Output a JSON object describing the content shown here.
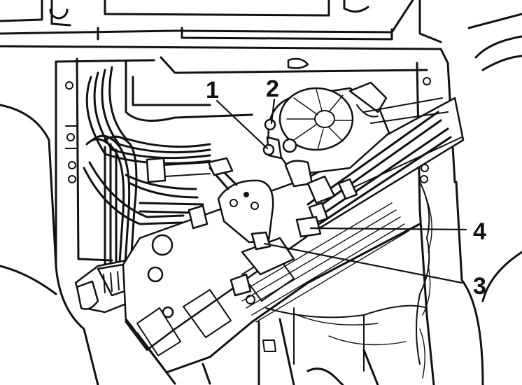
{
  "callouts": [
    {
      "id": "callout-1",
      "label": "1"
    },
    {
      "id": "callout-2",
      "label": "2"
    },
    {
      "id": "callout-3",
      "label": "3"
    },
    {
      "id": "callout-4",
      "label": "4"
    }
  ],
  "colors": {
    "ink": "#111111",
    "paper": "#ffffff"
  }
}
